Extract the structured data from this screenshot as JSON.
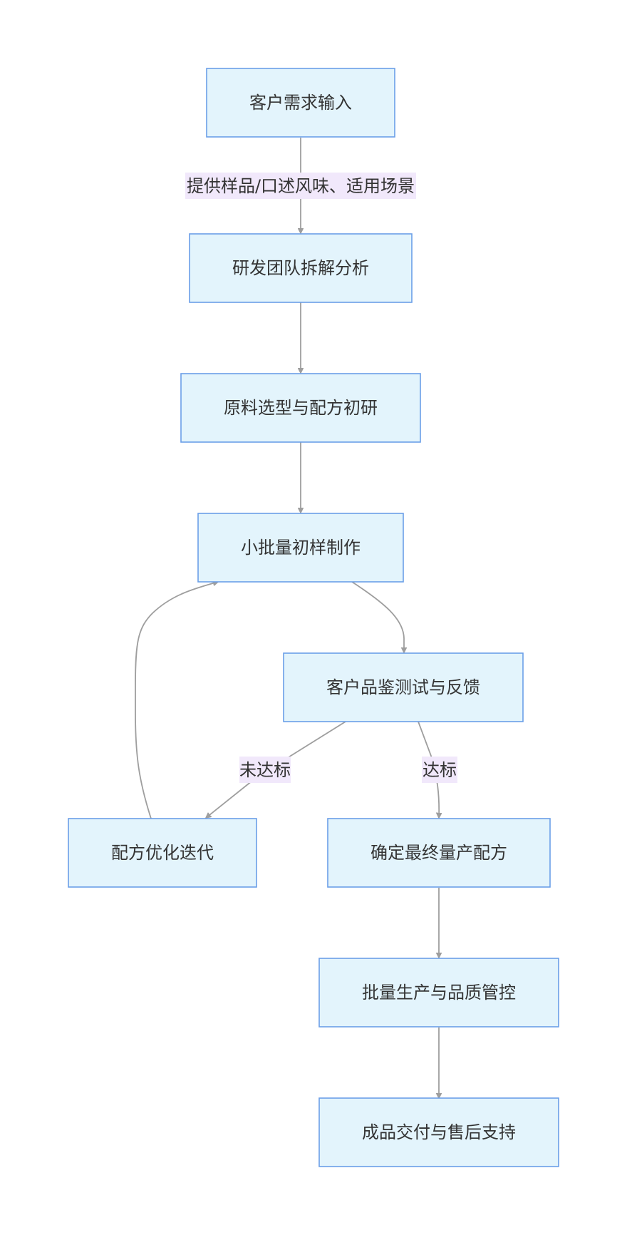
{
  "colors": {
    "node_fill": "#e3f4fc",
    "node_border": "#6b9ee8",
    "edge": "#9e9e9e",
    "edge_label_bg": "#f1e8fb",
    "text": "#333333"
  },
  "nodes": {
    "customer_input": "客户需求输入",
    "rd_analysis": "研发团队拆解分析",
    "material_formula": "原料选型与配方初研",
    "small_batch": "小批量初样制作",
    "customer_test": "客户品鉴测试与反馈",
    "formula_optimize": "配方优化迭代",
    "final_formula": "确定最终量产配方",
    "mass_production": "批量生产与品质管控",
    "delivery_support": "成品交付与售后支持"
  },
  "edge_labels": {
    "input_to_analysis": "提供样品/口述风味、适用场景",
    "fail": "未达标",
    "pass": "达标"
  }
}
